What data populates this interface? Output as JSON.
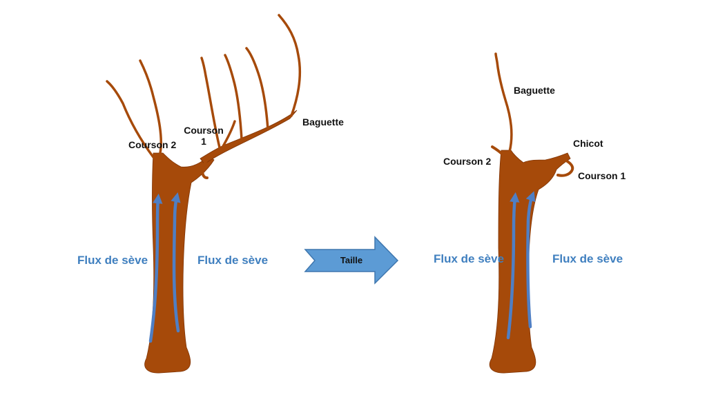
{
  "colors": {
    "wood": "#a64a0a",
    "wood_dark": "#7f3304",
    "sap_arrow": "#4f7fc4",
    "flux_text": "#3f7fbf",
    "label_text": "#111111",
    "big_arrow_fill": "#5c9bd5",
    "big_arrow_stroke": "#3e76ae"
  },
  "before": {
    "label_courson2": "Courson 2",
    "label_courson1_line1": "Courson",
    "label_courson1_line2": "1",
    "label_baguette": "Baguette",
    "flux_left": "Flux de sève",
    "flux_right": "Flux de sève"
  },
  "transition": {
    "arrow_label": "Taille"
  },
  "after": {
    "label_baguette": "Baguette",
    "label_chicot": "Chicot",
    "label_courson2": "Courson 2",
    "label_courson1": "Courson 1",
    "flux_left": "Flux de sève",
    "flux_right": "Flux de sève"
  }
}
